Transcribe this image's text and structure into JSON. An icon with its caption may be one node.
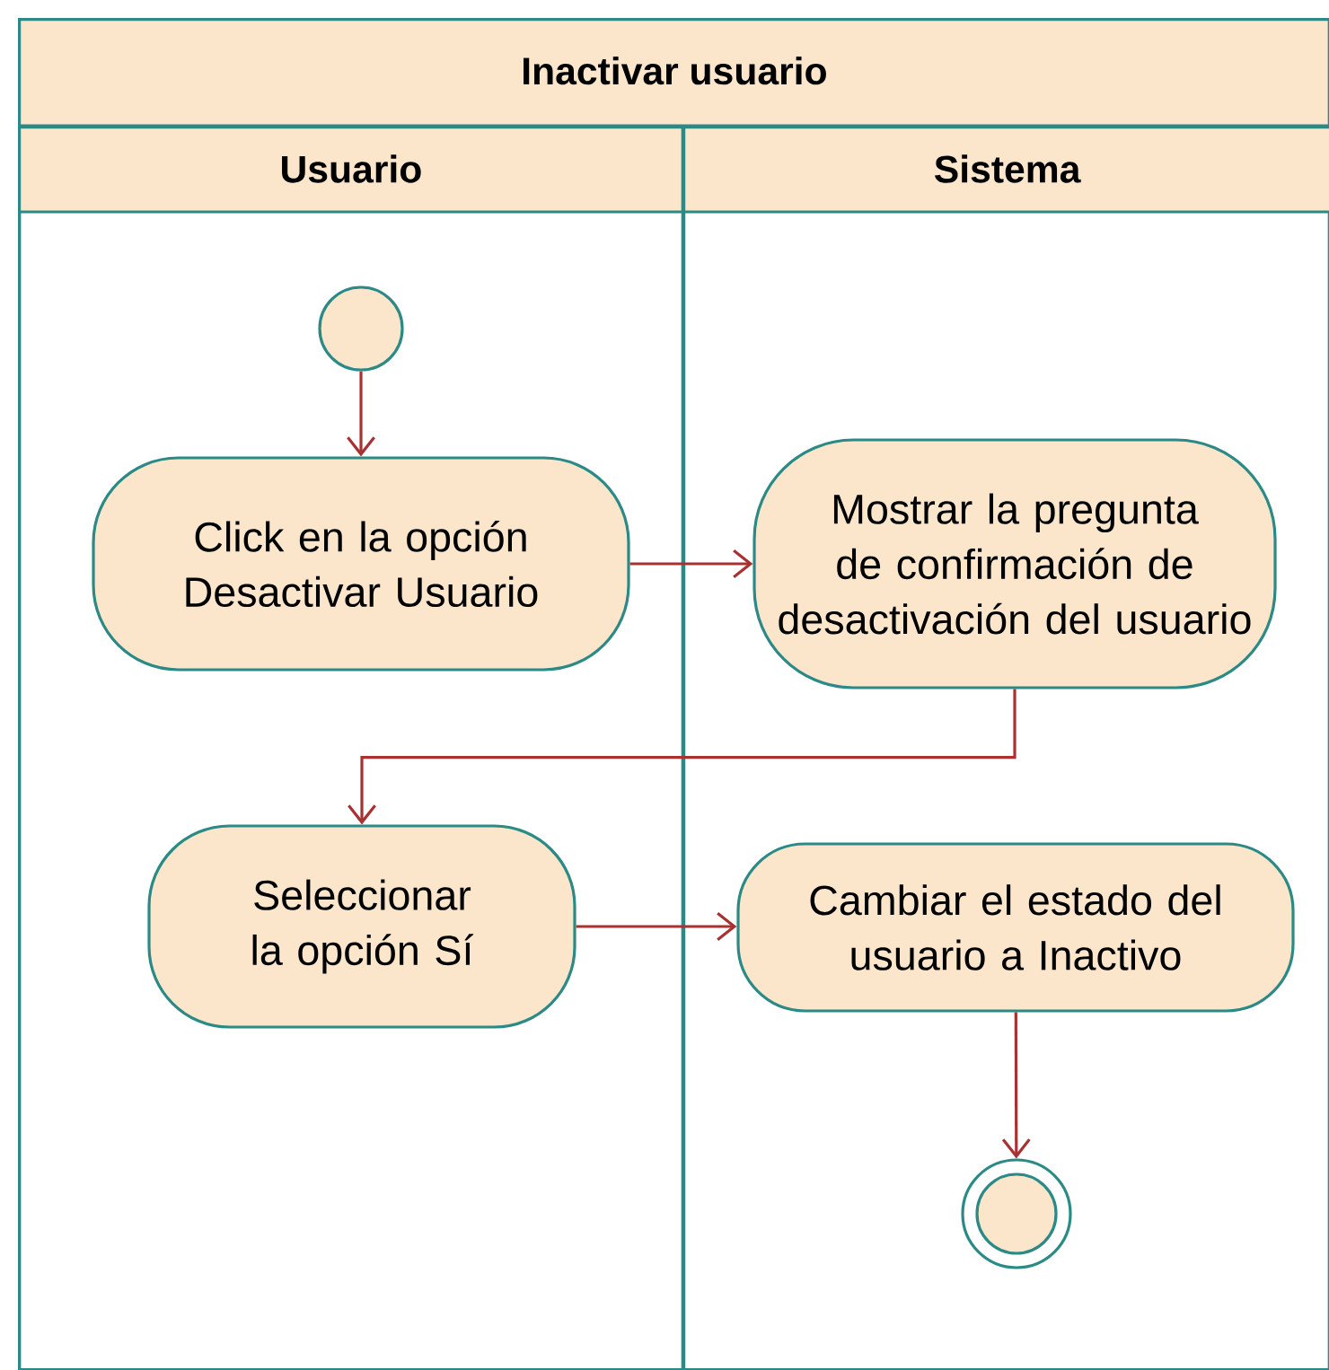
{
  "diagram": {
    "nodes": [
      {
        "text": [
          "Inactivar usuario"
        ]
      },
      {
        "text": [
          "Usuario"
        ],
        "in": 0
      },
      {
        "text": [
          "Sistema"
        ],
        "in": 0
      },
      {
        "text": [],
        "shape": "circle",
        "in": 1
      },
      {
        "text": [
          "Click en la opción Desactivar Usuario"
        ],
        "in": 1
      },
      {
        "text": [
          "Mostrar la pregunta de confirmación de desactivación del usuario"
        ],
        "in": 2
      },
      {
        "text": [
          "Seleccionar la opción Sí"
        ],
        "in": 1
      },
      {
        "text": [
          "Cambiar el estado del usuario a Inactivo"
        ],
        "in": 2
      },
      {
        "text": [],
        "shape": "circle",
        "in": 2
      }
    ],
    "edges": [
      {
        "from": 3,
        "to": 4,
        "arrow": "to"
      },
      {
        "from": 4,
        "to": 5,
        "arrow": "to"
      },
      {
        "from": 5,
        "to": 6,
        "arrow": "to"
      },
      {
        "from": 6,
        "to": 7,
        "arrow": "to"
      },
      {
        "from": 7,
        "to": 8,
        "arrow": "to"
      }
    ]
  }
}
